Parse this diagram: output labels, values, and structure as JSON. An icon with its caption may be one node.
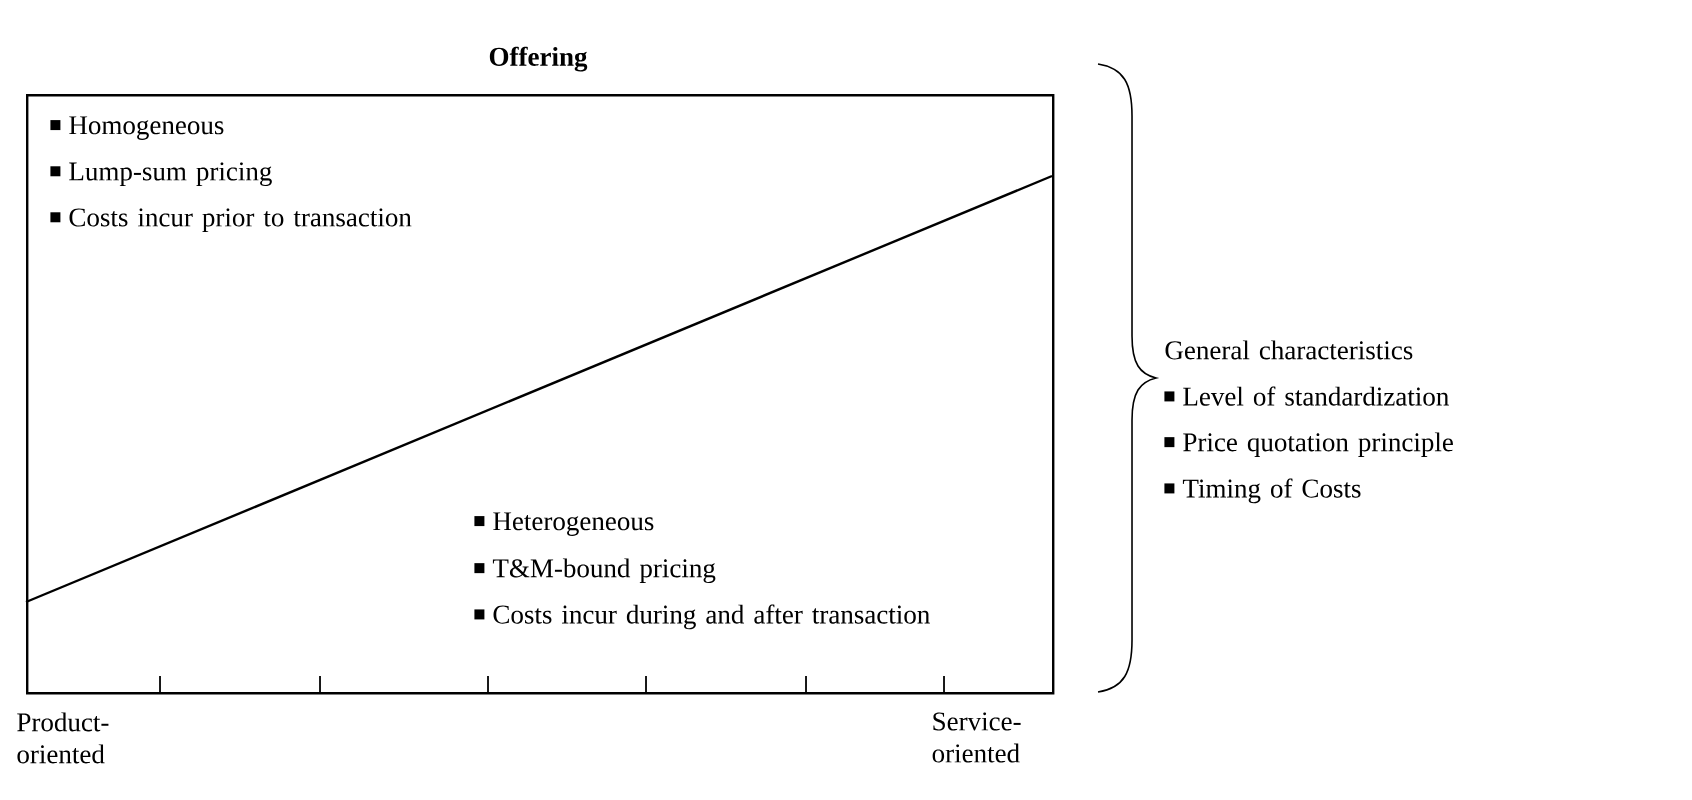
{
  "diagram": {
    "nodes": [
      {
        "text": [
          "Offering"
        ]
      }
    ],
    "labels": [
      "Homogeneous",
      "Lump-sum pricing",
      "Costs incur prior to transaction",
      "Heterogeneous",
      "T&M-bound pricing",
      "Costs incur during and after transaction",
      "General characteristics",
      "Level of standardization",
      "Price quotation principle",
      "Timing of Costs",
      "Product-oriented",
      "Service-oriented"
    ]
  }
}
